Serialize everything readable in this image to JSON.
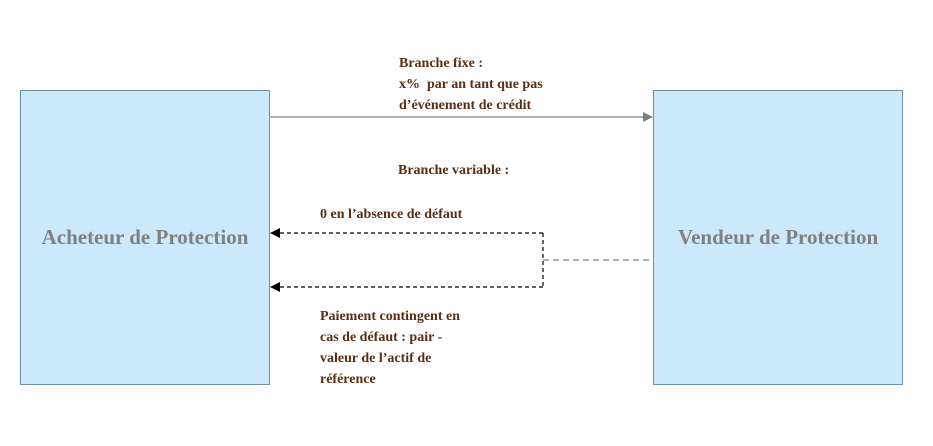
{
  "buyer": {
    "label": "Acheteur de Protection"
  },
  "seller": {
    "label": "Vendeur de Protection"
  },
  "fixed_leg": {
    "title": "Branche fixe :",
    "line1": "x%  par an tant que pas",
    "line2": "d’événement de crédit"
  },
  "variable_leg": {
    "title": "Branche variable :",
    "no_default": "0 en l’absence de défaut",
    "contingent_line1": "Paiement contingent en",
    "contingent_line2": "cas de défaut : pair -",
    "contingent_line3": "valeur de l’actif de",
    "contingent_line4": "référence"
  },
  "colors": {
    "box_fill": "#cce9fb",
    "box_border": "#6f8fa8",
    "box_text": "#808080",
    "note_text": "#5a2e12",
    "fixed_arrow": "#7f7f7f",
    "dashed_line": "#000000",
    "seller_link": "#7f7f7f"
  }
}
